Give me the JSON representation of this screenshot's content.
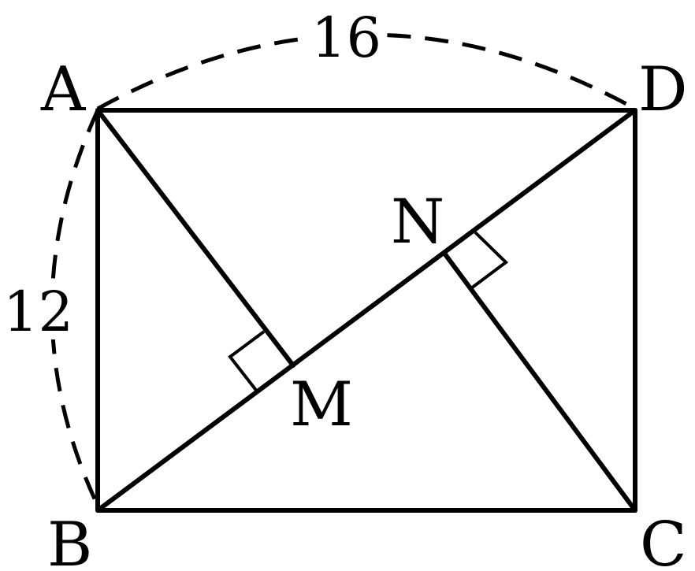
{
  "points": {
    "A": "A",
    "B": "B",
    "C": "C",
    "D": "D",
    "M": "M",
    "N": "N"
  },
  "dimensions": {
    "top": "16",
    "left": "12"
  }
}
